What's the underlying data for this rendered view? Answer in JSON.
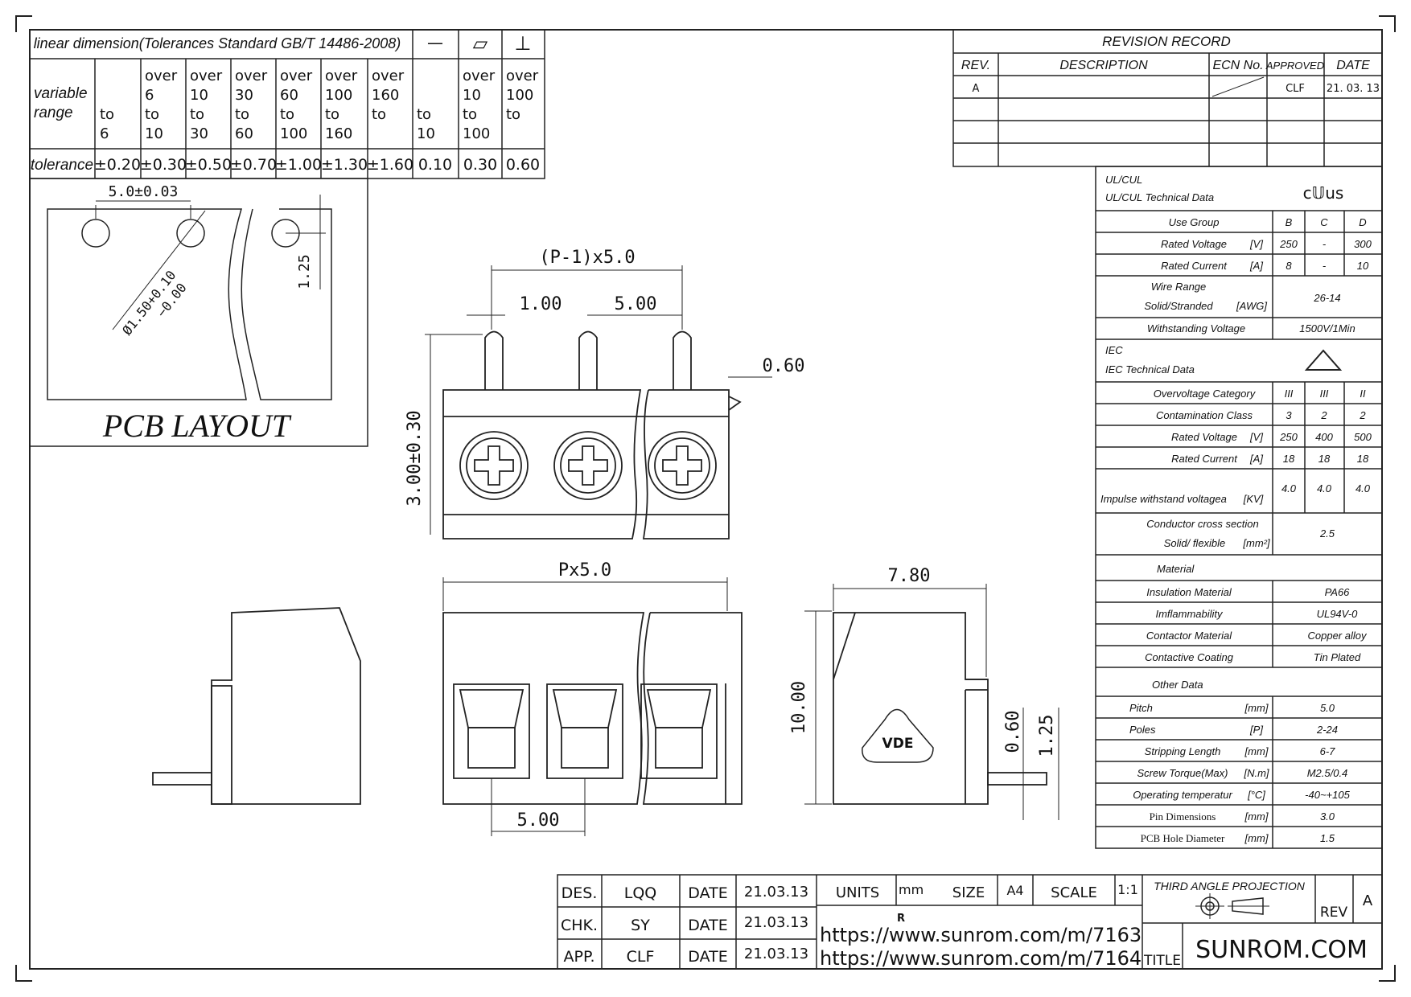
{
  "tolerance_table": {
    "title": "linear dimension(Tolerances Standard GB/T 14486-2008)",
    "sym_straight": "—",
    "sym_flat": "▱",
    "sym_perp": "⊥",
    "range_label": "variable\nrange",
    "columns": [
      [
        "to",
        "6"
      ],
      [
        "over",
        "6",
        "to",
        "10"
      ],
      [
        "over",
        "10",
        "to",
        "30"
      ],
      [
        "over",
        "30",
        "to",
        "60"
      ],
      [
        "over",
        "60",
        "to",
        "100"
      ],
      [
        "over",
        "100",
        "to",
        "160"
      ],
      [
        "over",
        "160",
        "to"
      ],
      [
        "to",
        "10"
      ],
      [
        "over",
        "10",
        "to",
        "100"
      ],
      [
        "over",
        "100",
        "to"
      ]
    ],
    "tolerance_label": "tolerance",
    "values": [
      "±0.20",
      "±0.30",
      "±0.50",
      "±0.70",
      "±1.00",
      "±1.30",
      "±1.60",
      "0.10",
      "0.30",
      "0.60"
    ]
  },
  "pcb_layout": {
    "title": "PCB LAYOUT",
    "dim_pitch": "5.0±0.03",
    "dim_hole": "Ø1.50+0.10\n−0.00",
    "dim_offset": "1.25"
  },
  "front_view": {
    "dim_overall": "(P-1)x5.0",
    "dim_pin": "1.00",
    "dim_pitch": "5.00",
    "dim_pin_thickness": "0.60",
    "dim_height": "3.00±0.30"
  },
  "bottom_view": {
    "dim_overall": "Px5.0",
    "dim_pitch": "5.00"
  },
  "side_view": {
    "dim_width": "7.80",
    "dim_height": "10.00",
    "dim_pin": "0.60",
    "dim_pin_offset": "1.25",
    "vde_mark": "VDE"
  },
  "revision_record": {
    "title": "REVISION  RECORD",
    "headers": [
      "REV.",
      "DESCRIPTION",
      "ECN No.",
      "APPROVED",
      "DATE"
    ],
    "rows": [
      [
        "A",
        "",
        "",
        "CLF",
        "21. 03. 13"
      ]
    ]
  },
  "spec": {
    "ul_title": "UL/CUL",
    "ul_sub": "UL/CUL     Technical Data",
    "ul_mark": "c𝕌us",
    "ul_rows": [
      {
        "label": "Use Group",
        "unit": "",
        "vals": [
          "B",
          "C",
          "D"
        ]
      },
      {
        "label": "Rated Voltage",
        "unit": "[V]",
        "vals": [
          "250",
          "-",
          "300"
        ]
      },
      {
        "label": "Rated Current",
        "unit": "[A]",
        "vals": [
          "8",
          "-",
          "10"
        ]
      }
    ],
    "wire_label1": "Wire Range",
    "wire_label2": "Solid/Stranded",
    "wire_unit": "[AWG]",
    "wire_val": "26-14",
    "withstand_label": "Withstanding Voltage",
    "withstand_val": "1500V/1Min",
    "iec_title": "IEC",
    "iec_sub": "IEC   Technical Data",
    "iec_rows": [
      {
        "label": "Overvoltage Category",
        "unit": "",
        "vals": [
          "III",
          "III",
          "II"
        ]
      },
      {
        "label": "Contamination Class",
        "unit": "",
        "vals": [
          "3",
          "2",
          "2"
        ]
      },
      {
        "label": "Rated Voltage",
        "unit": "[V]",
        "vals": [
          "250",
          "400",
          "500"
        ]
      },
      {
        "label": "Rated Current",
        "unit": "[A]",
        "vals": [
          "18",
          "18",
          "18"
        ]
      }
    ],
    "impulse_label": "Impulse withstand voltagea",
    "impulse_unit": "[KV]",
    "impulse_vals": [
      "4.0",
      "4.0",
      "4.0"
    ],
    "cross_label1": "Conductor cross section",
    "cross_label2": "Solid/ flexible",
    "cross_unit": "[mm²]",
    "cross_val": "2.5",
    "material_title": "Material",
    "material_rows": [
      {
        "label": "Insulation Material",
        "val": "PA66"
      },
      {
        "label": "Imflammability",
        "val": "UL94V-0"
      },
      {
        "label": "Contactor Material",
        "val": "Copper alloy"
      },
      {
        "label": "Contactive Coating",
        "val": "Tin Plated"
      }
    ],
    "other_title": "Other Data",
    "other_rows": [
      {
        "label": "Pitch",
        "unit": "[mm]",
        "val": "5.0"
      },
      {
        "label": "Poles",
        "unit": "[P]",
        "val": "2-24"
      },
      {
        "label": "Stripping Length",
        "unit": "[mm]",
        "val": "6-7"
      },
      {
        "label": "Screw      Torque(Max)",
        "unit": "[N.m]",
        "val": "M2.5/0.4"
      },
      {
        "label": "Operating temperatur",
        "unit": "[°C]",
        "val": "-40~+105"
      },
      {
        "label": "Pin Dimensions",
        "unit": "[mm]",
        "val": "3.0"
      },
      {
        "label": "PCB Hole Diameter",
        "unit": "[mm]",
        "val": "1.5"
      }
    ]
  },
  "title_block": {
    "des_label": "DES.",
    "des_name": "LQQ",
    "chk_label": "CHK.",
    "chk_name": "SY",
    "app_label": "APP.",
    "app_name": "CLF",
    "date_label": "DATE",
    "date": "21.03.13",
    "units_label": "UNITS",
    "units": "mm",
    "size_label": "SIZE",
    "size": "A4",
    "scale_label": "SCALE",
    "scale": "1:1",
    "projection": "THIRD ANGLE PROJECTION",
    "rev_label": "REV",
    "rev": "A",
    "r_mark": "R",
    "url1": "https://www.sunrom.com/m/7163",
    "url2": "https://www.sunrom.com/m/7164",
    "title_label": "TITLE",
    "company": "SUNROM.COM"
  }
}
